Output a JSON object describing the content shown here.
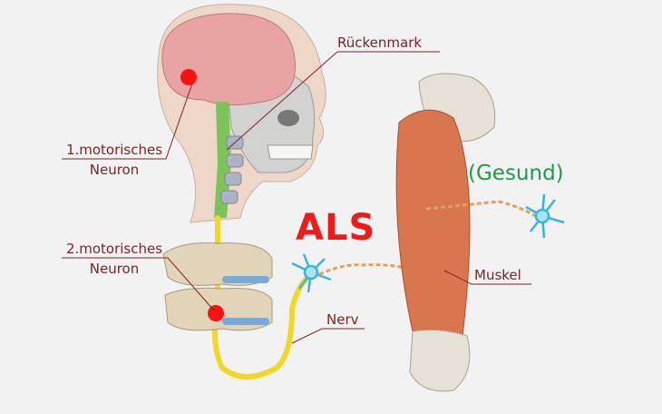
{
  "labels": {
    "spinal_cord": "Rückenmark",
    "upper_neuron_line1": "1.motorisches",
    "upper_neuron_line2": "Neuron",
    "lower_neuron_line1": "2.motorisches",
    "lower_neuron_line2": "Neuron",
    "disease": "ALS",
    "healthy": "(Gesund)",
    "muscle": "Muskel",
    "nerve": "Nerv"
  },
  "colors": {
    "label": "#7a2424",
    "disease": "#ee1b1b",
    "healthy": "#1f9b48",
    "lesion_dot": "#ff1010",
    "nerve": "#f2d628",
    "spinal_cord": "#7cc35a",
    "neuron": "#38b6d8"
  }
}
